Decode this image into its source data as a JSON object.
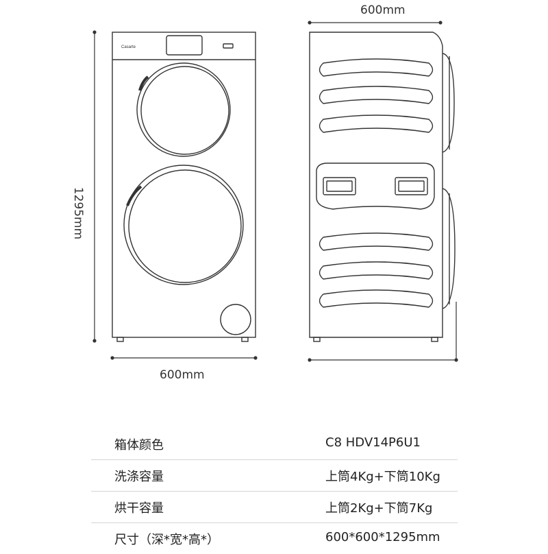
{
  "dimensions": {
    "front_width": "600mm",
    "side_depth": "600mm",
    "height": "1295mm"
  },
  "brand_mark": "Casarte",
  "specs": [
    {
      "label": "箱体颜色",
      "value": "C8 HDV14P6U1"
    },
    {
      "label": "洗涤容量",
      "value": "上筒4Kg+下筒10Kg"
    },
    {
      "label": "烘干容量",
      "value": "上筒2Kg+下筒7Kg"
    },
    {
      "label": "尺寸（深*宽*高*）",
      "value": "600*600*1295mm"
    }
  ]
}
